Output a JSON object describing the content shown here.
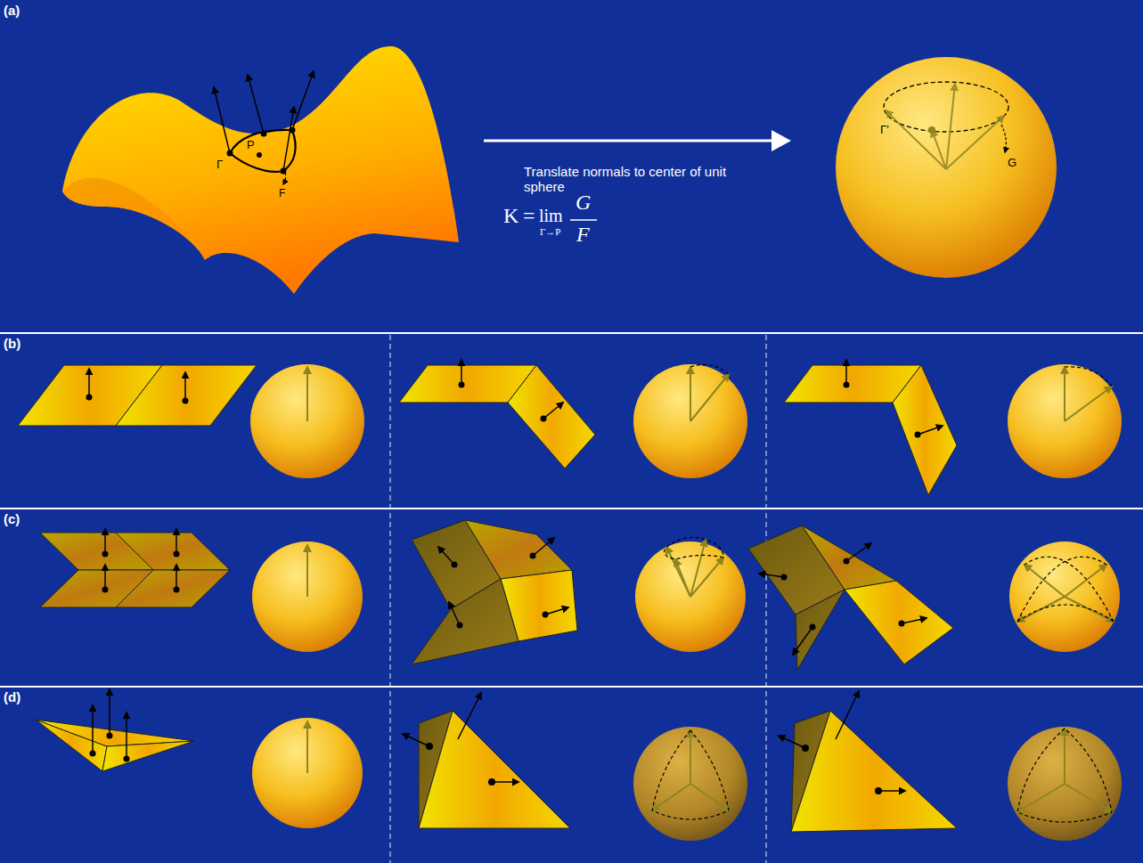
{
  "diagram": {
    "labels": [
      "(a)",
      "Translate normals to center of unit sphere",
      "K",
      "=",
      "lim",
      "Γ→P",
      "G",
      "F",
      "Γ",
      "P",
      "F",
      "Γ'",
      "G",
      "(b)",
      "(c)",
      "(d)"
    ]
  }
}
